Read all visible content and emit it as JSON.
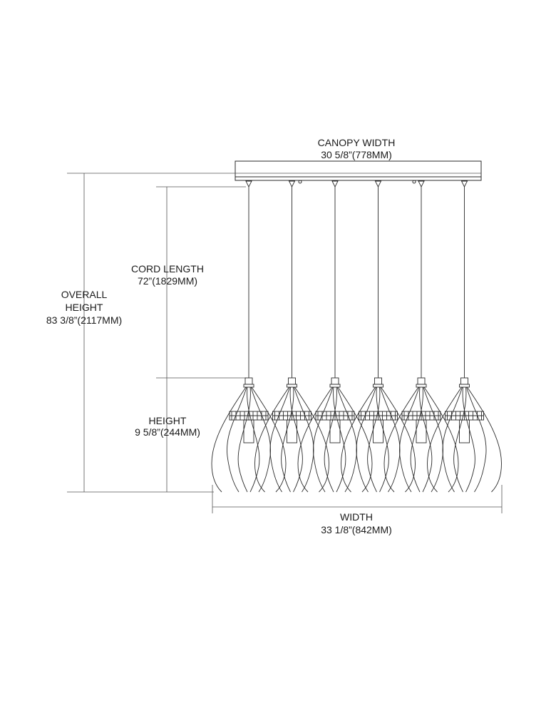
{
  "canopy_width": {
    "label": "CANOPY WIDTH",
    "value": "30 5/8”(778MM)"
  },
  "cord_length": {
    "label": "CORD LENGTH",
    "value": "72”(1829MM)"
  },
  "overall_height": {
    "label_line1": "OVERALL",
    "label_line2": "HEIGHT",
    "value": "83 3/8”(2117MM)"
  },
  "height": {
    "label": "HEIGHT",
    "value": "9 5/8”(244MM)"
  },
  "width": {
    "label": "WIDTH",
    "value": "33 1/8”(842MM)"
  },
  "pendant_count": 6,
  "line_color": "#2a2a2a"
}
